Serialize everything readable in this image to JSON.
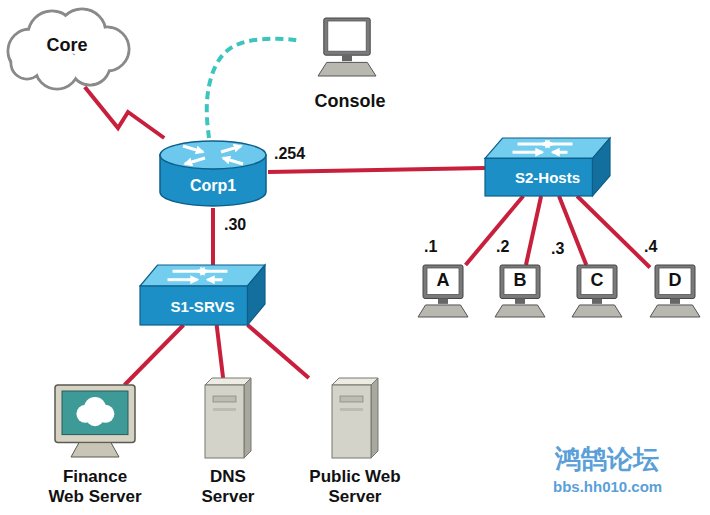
{
  "diagram": {
    "nodes": [
      {
        "text": [
          "Core"
        ]
      },
      {
        "text": [
          "Console"
        ]
      },
      {
        "text": [
          "Corp1"
        ]
      },
      {
        "text": [
          "S2-Hosts"
        ]
      },
      {
        "text": [
          "S1-SRVS"
        ]
      },
      {
        "text": [
          "A"
        ]
      },
      {
        "text": [
          "B"
        ]
      },
      {
        "text": [
          "C"
        ]
      },
      {
        "text": [
          "D"
        ]
      },
      {
        "text": [
          "Finance Web Server"
        ]
      },
      {
        "text": [
          "DNS Server"
        ]
      },
      {
        "text": [
          "Public Web Server"
        ]
      }
    ],
    "edges": [
      {
        "from": 0,
        "to": 2,
        "arrow": "none"
      },
      {
        "from": 2,
        "to": 1,
        "arrow": "none"
      },
      {
        "from": 2,
        "to": 3,
        "label": ".254",
        "arrow": "none"
      },
      {
        "from": 2,
        "to": 4,
        "label": ".30",
        "arrow": "none"
      },
      {
        "from": 3,
        "to": 5,
        "label": ".1",
        "arrow": "none"
      },
      {
        "from": 3,
        "to": 6,
        "label": ".2",
        "arrow": "none"
      },
      {
        "from": 3,
        "to": 7,
        "label": ".3",
        "arrow": "none"
      },
      {
        "from": 3,
        "to": 8,
        "label": ".4",
        "arrow": "none"
      },
      {
        "from": 4,
        "to": 9,
        "arrow": "none"
      },
      {
        "from": 4,
        "to": 10,
        "arrow": "none"
      },
      {
        "from": 4,
        "to": 11,
        "arrow": "none"
      }
    ],
    "labels": [
      "鸿鹄论坛",
      "bbs.hh010.com"
    ]
  }
}
